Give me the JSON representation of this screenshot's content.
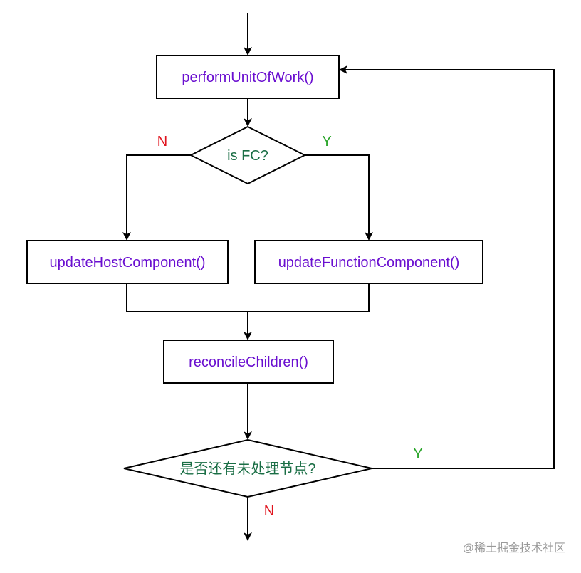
{
  "nodes": {
    "perform": {
      "label": "performUnitOfWork()"
    },
    "is_fc": {
      "label": "is FC?"
    },
    "update_host": {
      "label": "updateHostComponent()"
    },
    "update_function": {
      "label": "updateFunctionComponent()"
    },
    "reconcile": {
      "label": "reconcileChildren()"
    },
    "has_unprocessed": {
      "label": "是否还有未处理节点?"
    }
  },
  "edge_labels": {
    "fc_no": "N",
    "fc_yes": "Y",
    "loop_yes": "Y",
    "exit_no": "N"
  },
  "watermark": "@稀土掘金技术社区",
  "colors": {
    "box_text": "#6a0fd0",
    "decision_text": "#1a6e45",
    "yes": "#2aa52a",
    "no": "#e0141e"
  }
}
